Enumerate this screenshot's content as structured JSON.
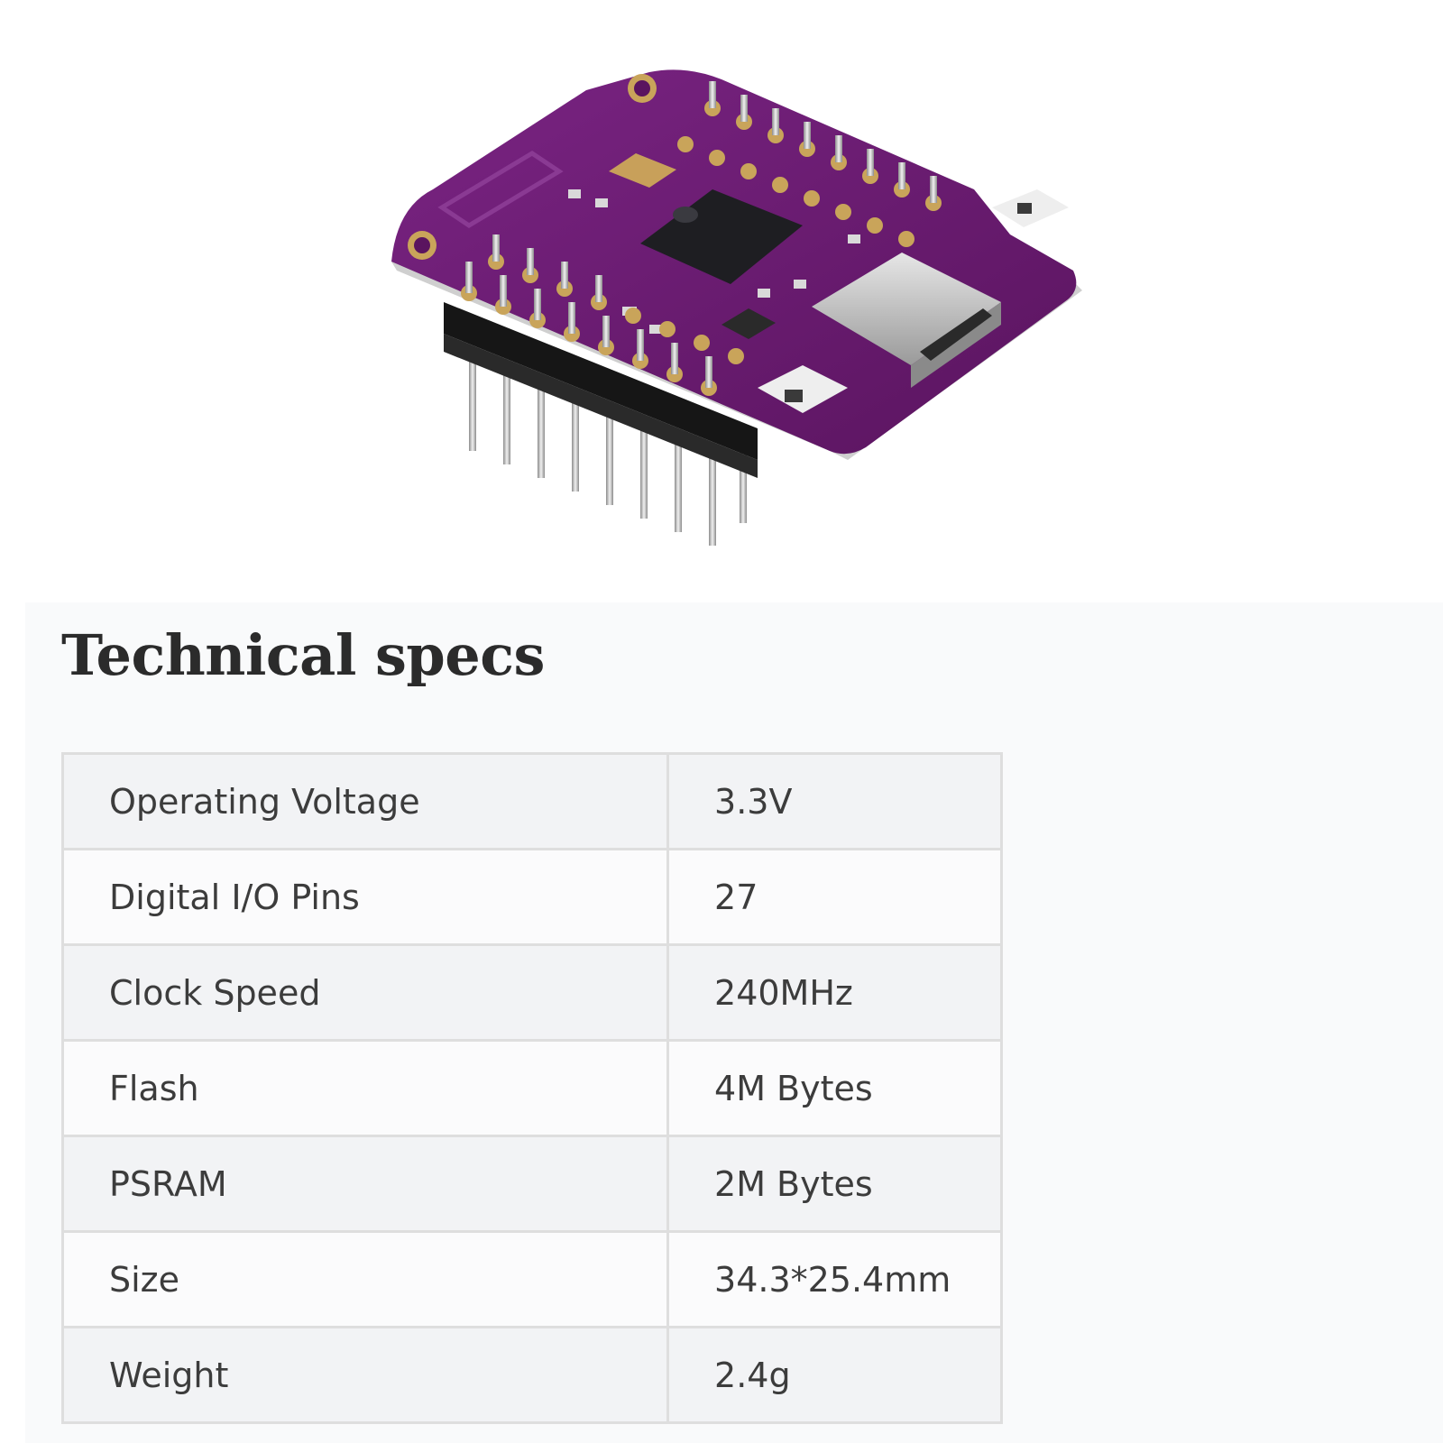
{
  "specs": {
    "title": "Technical specs",
    "rows": [
      {
        "label": "Operating Voltage",
        "value": "3.3V"
      },
      {
        "label": "Digital I/O Pins",
        "value": "27"
      },
      {
        "label": "Clock Speed",
        "value": "240MHz"
      },
      {
        "label": "Flash",
        "value": "4M Bytes"
      },
      {
        "label": "PSRAM",
        "value": "2M Bytes"
      },
      {
        "label": "Size",
        "value": "34.3*25.4mm"
      },
      {
        "label": "Weight",
        "value": "2.4g"
      }
    ]
  },
  "colors": {
    "pcb": "#6a1b72",
    "pcb_dark": "#4e1257",
    "chip": "#1e1e22",
    "pin_gold": "#c9a45a",
    "header_black": "#1a1a1a"
  }
}
